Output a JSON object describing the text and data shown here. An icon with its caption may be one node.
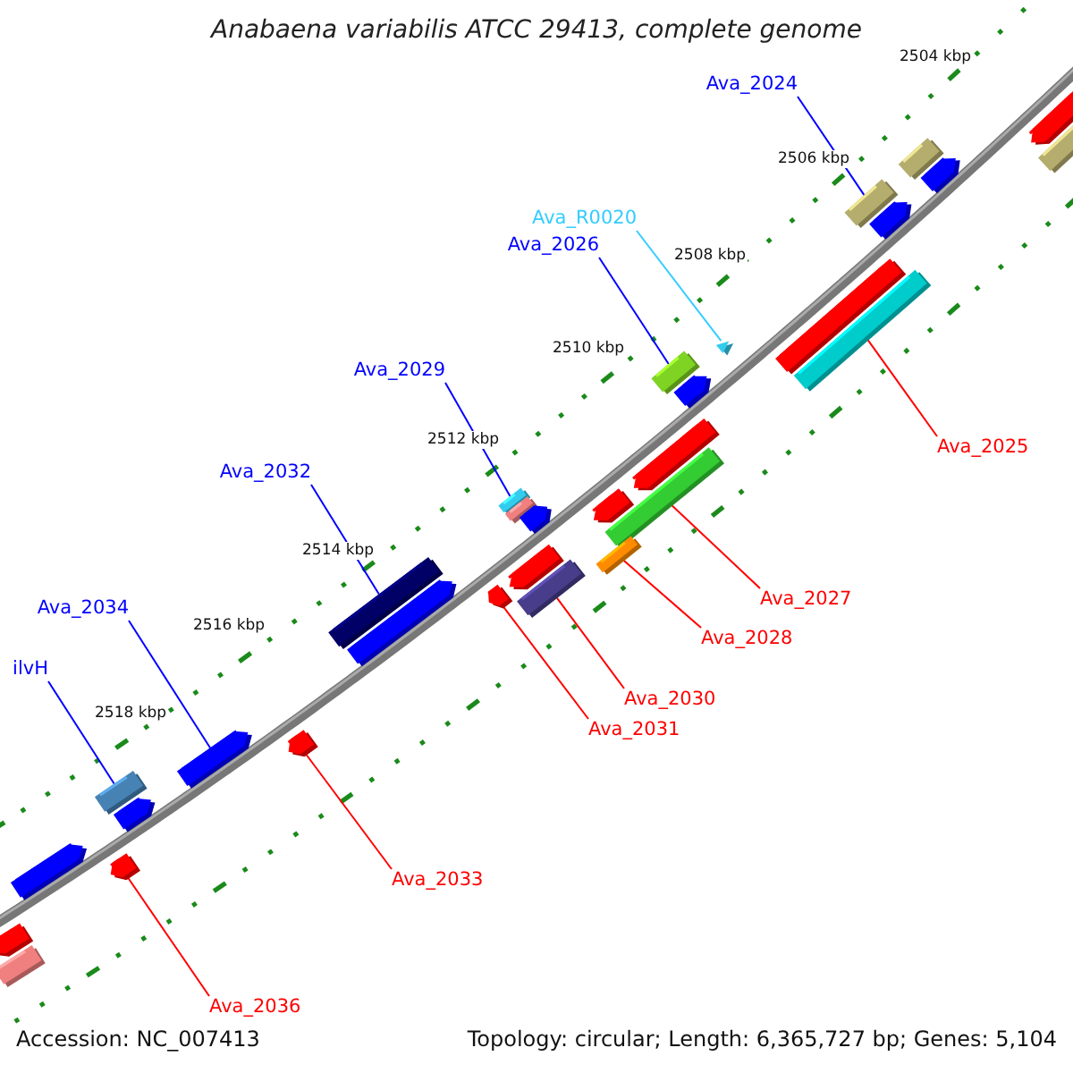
{
  "diagram": {
    "title": "Anabaena variabilis ATCC 29413, complete genome",
    "nodes": [
      {
        "text": [
          "Ava_2024"
        ]
      },
      {
        "text": [
          "Ava_R0020"
        ]
      },
      {
        "text": [
          "Ava_2026"
        ]
      },
      {
        "text": [
          "Ava_2029"
        ]
      },
      {
        "text": [
          "Ava_2025"
        ]
      },
      {
        "text": [
          "Ava_2032"
        ]
      },
      {
        "text": [
          "Ava_2027"
        ]
      },
      {
        "text": [
          "Ava_2034"
        ]
      },
      {
        "text": [
          "Ava_2028"
        ]
      },
      {
        "text": [
          "ilvH"
        ]
      },
      {
        "text": [
          "Ava_2030"
        ]
      },
      {
        "text": [
          "Ava_2031"
        ]
      },
      {
        "text": [
          "Ava_2033"
        ]
      },
      {
        "text": [
          "Ava_2036"
        ]
      },
      {
        "text": [],
        "shape": "bar"
      },
      {
        "text": [],
        "shape": "bar"
      },
      {
        "text": [],
        "shape": "bar"
      },
      {
        "text": [],
        "shape": "bar"
      },
      {
        "text": [],
        "shape": "bar"
      },
      {
        "text": [],
        "shape": "bar"
      },
      {
        "text": [],
        "shape": "bar"
      },
      {
        "text": [],
        "shape": "bar"
      },
      {
        "text": [],
        "shape": "bar"
      },
      {
        "text": [],
        "shape": "bar"
      },
      {
        "text": [],
        "shape": "bar"
      },
      {
        "text": [],
        "shape": "bar"
      },
      {
        "text": [],
        "shape": "bar"
      },
      {
        "text": [],
        "shape": "bar"
      },
      {
        "text": [],
        "shape": "bar"
      },
      {
        "text": [],
        "shape": "bar"
      },
      {
        "text": [],
        "shape": "bar"
      },
      {
        "text": [],
        "shape": "bar"
      },
      {
        "text": [],
        "shape": "bar"
      },
      {
        "text": [],
        "shape": "bar"
      },
      {
        "text": [],
        "shape": "bar"
      },
      {
        "text": [],
        "shape": "bar"
      },
      {
        "text": [],
        "shape": "bar"
      },
      {
        "text": [],
        "shape": "bar"
      },
      {
        "text": [],
        "shape": "bar"
      },
      {
        "text": [],
        "shape": "bar"
      },
      {
        "text": [],
        "shape": "bar"
      },
      {
        "text": [],
        "shape": "bar"
      },
      {
        "text": [],
        "shape": "bar"
      },
      {
        "text": [],
        "shape": "bar"
      },
      {
        "text": [],
        "shape": "bar"
      }
    ],
    "edges": [
      {
        "from": 0,
        "to": 17,
        "arrow": "none",
        "color": "#0000ff"
      },
      {
        "from": 1,
        "to": 21,
        "arrow": "none",
        "color": "#33ccff"
      },
      {
        "from": 2,
        "to": 23,
        "arrow": "none",
        "color": "#0000ff"
      },
      {
        "from": 3,
        "to": 25,
        "arrow": "none",
        "color": "#0000ff"
      },
      {
        "from": 4,
        "to": 22,
        "arrow": "none"
      },
      {
        "from": 5,
        "to": 33,
        "arrow": "none",
        "color": "#0000ff"
      },
      {
        "from": 6,
        "to": 28,
        "arrow": "none"
      },
      {
        "from": 7,
        "to": 37,
        "arrow": "none",
        "color": "#0000ff"
      },
      {
        "from": 8,
        "to": 31,
        "arrow": "none"
      },
      {
        "from": 9,
        "to": 39,
        "arrow": "none",
        "color": "#0000ff"
      },
      {
        "from": 10,
        "to": 35,
        "arrow": "none"
      },
      {
        "from": 11,
        "to": 34,
        "arrow": "none"
      },
      {
        "from": 12,
        "to": 38,
        "arrow": "none"
      },
      {
        "from": 13,
        "to": 42,
        "arrow": "none"
      }
    ],
    "labels": [
      "2504 kbp",
      "2506 kbp",
      "2508 kbp",
      "2510 kbp",
      "2512 kbp",
      "2514 kbp",
      "2516 kbp",
      "2518 kbp",
      "Accession: NC_007413",
      "Topology: circular; Length: 6,365,727 bp; Genes: 5,104"
    ]
  }
}
